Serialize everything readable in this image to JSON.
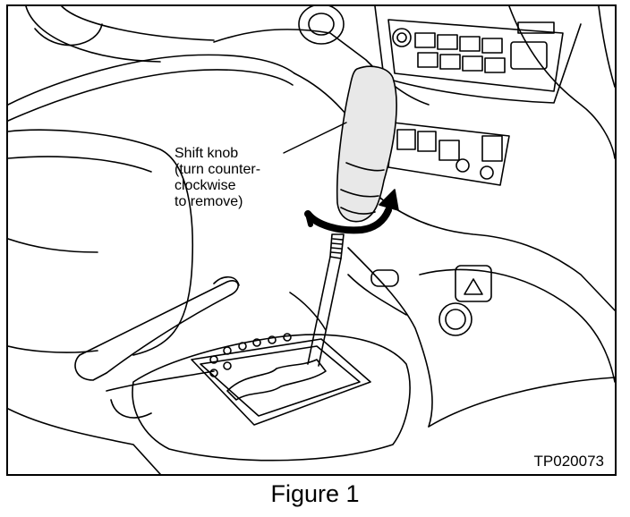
{
  "callout": {
    "line1": "Shift knob",
    "line2": "(turn counter-",
    "line3": "clockwise",
    "line4": "to remove)"
  },
  "figure_code": "TP020073",
  "caption": "Figure 1",
  "colors": {
    "ink": "#000000",
    "paper": "#ffffff"
  }
}
